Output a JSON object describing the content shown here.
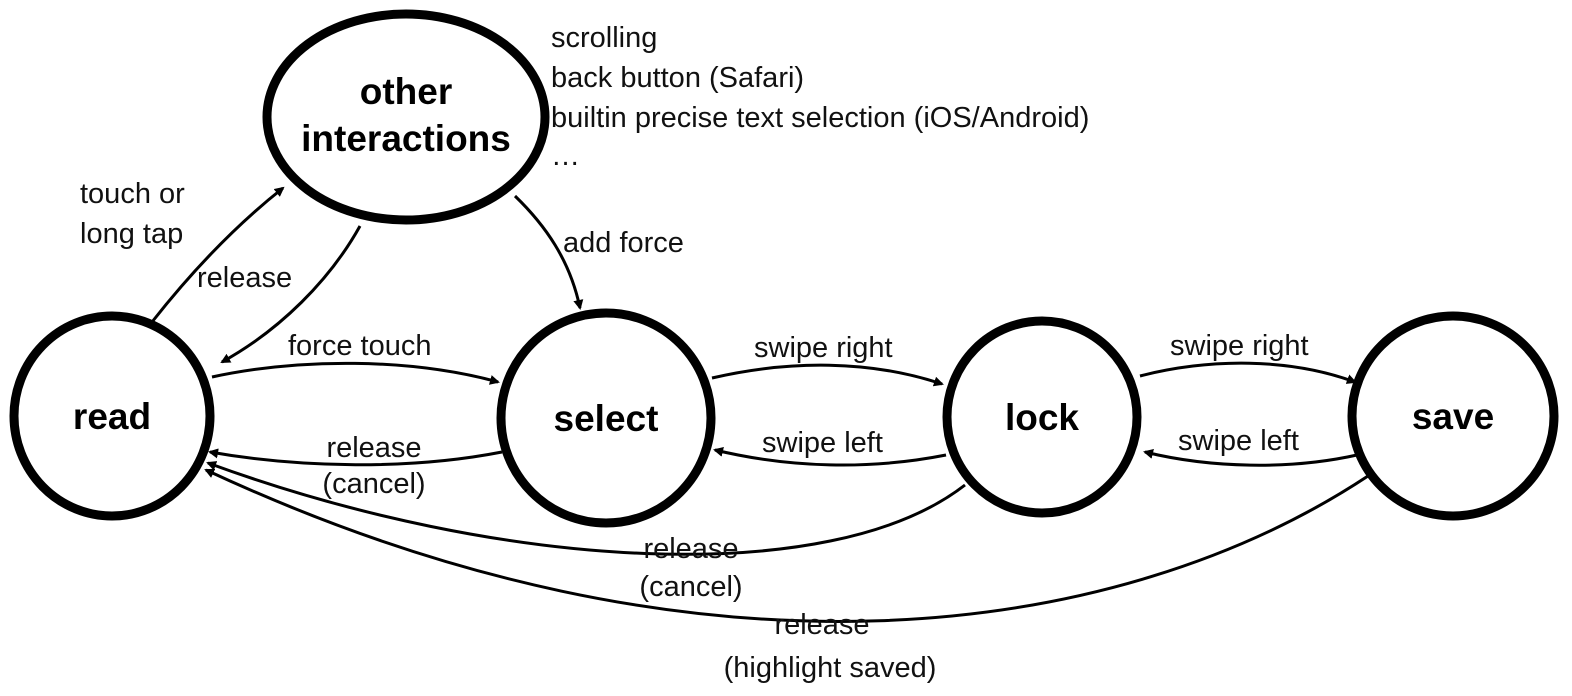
{
  "states": {
    "other": {
      "line1": "other",
      "line2": "interactions"
    },
    "read": "read",
    "select": "select",
    "lock": "lock",
    "save": "save"
  },
  "note": {
    "lines": [
      "scrolling",
      "back button (Safari)",
      "builtin precise text selection (iOS/Android)",
      "…"
    ]
  },
  "edges": {
    "read_to_other": {
      "line1": "touch or",
      "line2": "long tap"
    },
    "other_to_read": "release",
    "other_to_select": "add force",
    "read_to_select": "force touch",
    "select_to_read": {
      "line1": "release",
      "line2": "(cancel)"
    },
    "select_to_lock": "swipe right",
    "lock_to_select": "swipe left",
    "lock_to_save": "swipe right",
    "save_to_lock": "swipe left",
    "lock_to_read": {
      "line1": "release",
      "line2": "(cancel)"
    },
    "save_to_read": {
      "line1": "release",
      "line2": "(highlight saved)"
    }
  }
}
